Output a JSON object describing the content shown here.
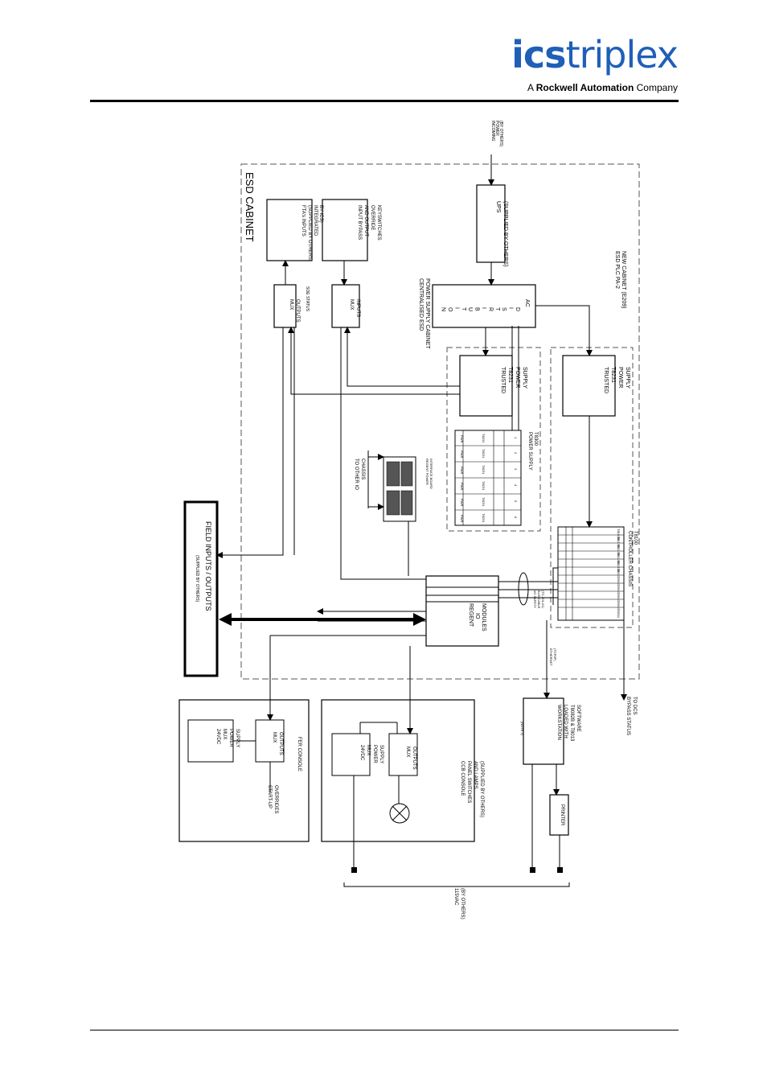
{
  "header": {
    "logo_ics": "ics",
    "logo_triplex": "triplex",
    "tagline_prefix": "A ",
    "tagline_brand": "Rockwell Automation",
    "tagline_suffix": " Company"
  },
  "diagram": {
    "esd_cabinet": "ESD CABINET",
    "incoming_power": [
      "INCOMING",
      "POWER",
      "(BY OTHERS)"
    ],
    "ups": [
      "UPS",
      "(SUPPLIED BY OTHERS)"
    ],
    "ac_distribution_label": "AC",
    "ac_distribution_letters": [
      "D",
      "I",
      "S",
      "T",
      "R",
      "I",
      "B",
      "U",
      "T",
      "I",
      "O",
      "N"
    ],
    "esd_plc": [
      "ESD PLC PA-2",
      "NEW CABINET (E209)"
    ],
    "centralised": [
      "CENTRALISED ESD",
      "POWER SUPPLY CABINET"
    ],
    "fta_inputs": [
      "FTA's INPUTS",
      "(SUPPLIED BY OTHERS,",
      "INTEGRATED",
      "BY ICS)"
    ],
    "input_bypass": [
      "INPUT BYPASS",
      "AND OUTPUT",
      "OVERRIDE",
      "KEYSWITCHES"
    ],
    "mux_outputs_1": [
      "MUX",
      "OUTPUTS"
    ],
    "soe_status": "SOE STATUS",
    "mux_inputs": [
      "MUX",
      "INPUTS"
    ],
    "trusted_ps_1": [
      "TRUSTED",
      "T8231",
      "POWER",
      "SUPPLY"
    ],
    "trusted_ps_2": [
      "TRUSTED",
      "T8231",
      "POWER",
      "SUPPLY"
    ],
    "power_supply_t8300": [
      "POWER SUPPLY",
      "T8300"
    ],
    "ps_slot_numbers": [
      "1",
      "2",
      "3",
      "4",
      "5",
      "6"
    ],
    "ps_module_codes": [
      "T8231",
      "T8231",
      "T8231",
      "T8231",
      "T8231",
      "T8231"
    ],
    "ps_row_labels": [
      "PWR",
      "PWR",
      "PWR",
      "PWR",
      "PWR",
      "PWR"
    ],
    "regent_power_board": [
      "REGENT POWER",
      "INTERFACE BOARD"
    ],
    "to_other_io": [
      "TO OTHER IO",
      "CHASSIS"
    ],
    "controller_chassis": [
      "CONTROLLER CHASSIS",
      "T8100"
    ],
    "controller_rows": [
      "T8151B",
      "T8110B",
      "T8110B",
      "T8110B",
      "T8151B",
      "T8311",
      "T8311",
      "T8311",
      "T8311",
      "T8311",
      "T8311"
    ],
    "field_io": [
      "FIELD INPUTS / OUTPUTS",
      "(SUPPLIED BY OTHERS)"
    ],
    "io_safety_bus": [
      "I/O SAFETY",
      "BUS CABLE",
      "(TC-201-01)"
    ],
    "regent_io": [
      "REGENT",
      "IO",
      "MODULES"
    ],
    "ethernet": [
      "ETHERNET",
      "(TCP/IP)"
    ],
    "bypass_status": [
      "BYPASS STATUS",
      "TO DCS"
    ],
    "workstation": [
      "WORKSTATION",
      "LOADED WITH",
      "T8082B & T8013",
      "SOFTWARE"
    ],
    "note": "(NOTE 2)",
    "printer": "PRINTER",
    "fer_console": "FER CONSOLE",
    "fer_mux_outputs": [
      "MUX",
      "OUTPUTS"
    ],
    "fer_24vdc": [
      "24VDC",
      "MUX",
      "POWER",
      "SUPPLY"
    ],
    "startup_overrides": [
      "START-UP",
      "OVERRIDES"
    ],
    "ccb_console": [
      "CCB CONSOLE",
      "PANEL SWITCHES",
      "AND LAMPS",
      "(SUPPLIED BY OTHERS)"
    ],
    "ccb_mux_outputs": [
      "MUX",
      "OUTPUTS"
    ],
    "ccb_24vdc": [
      "24VDC",
      "MUX",
      "POWER",
      "SUPPLY"
    ],
    "vac": [
      "115VAC",
      "(BY OTHERS)"
    ]
  }
}
